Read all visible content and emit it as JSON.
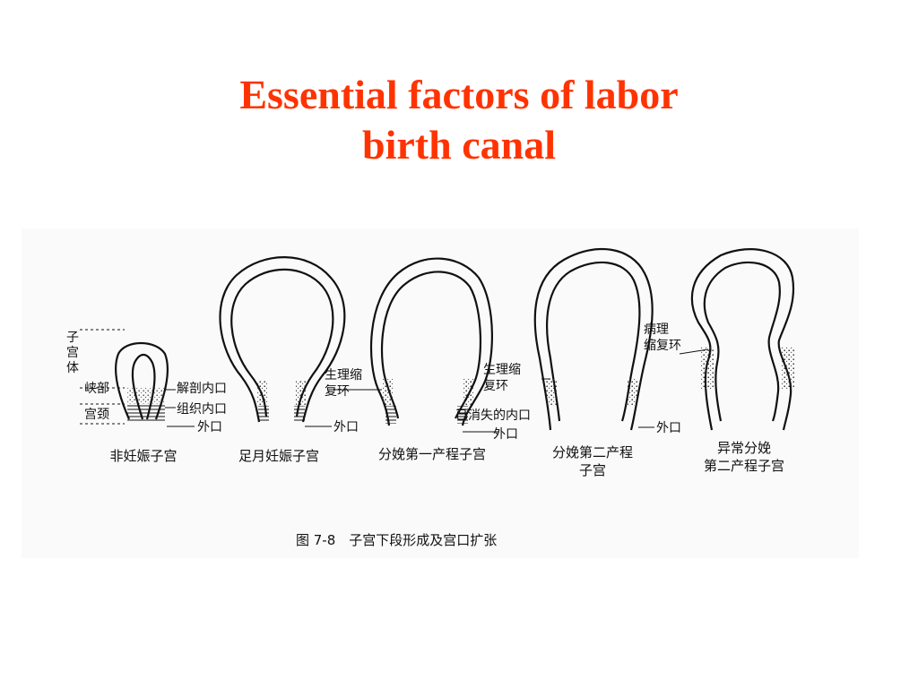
{
  "title": {
    "line1": "Essential factors of labor",
    "line2": "birth canal",
    "color": "#ff3300"
  },
  "figure": {
    "side_labels": {
      "uterine_body": "子\n宫\n体",
      "isthmus": "峡部",
      "cervix": "宫颈"
    },
    "labels": {
      "anatomical_internal_os": "解剖内口",
      "histological_internal_os": "组织内口",
      "external_os": "外口",
      "physiological_retraction_ring": "生理缩\n复环",
      "disappeared_internal_os": "已消失的内口",
      "pathological_retraction_ring": "病理\n缩复环"
    },
    "panels": [
      {
        "caption": "非妊娠子宫"
      },
      {
        "caption": "足月妊娠子宫"
      },
      {
        "caption": "分娩第一产程子宫"
      },
      {
        "caption": "分娩第二产程\n子宫"
      },
      {
        "caption": "异常分娩\n第二产程子宫"
      }
    ],
    "figure_caption": "图 7-8　子宫下段形成及宫口扩张"
  }
}
